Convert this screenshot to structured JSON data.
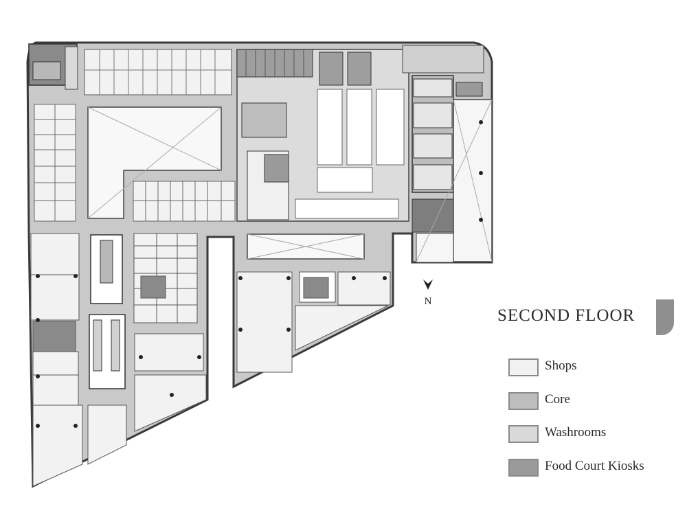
{
  "title": "SECOND FLOOR",
  "compass": {
    "label": "N",
    "icon": "north-arrow-icon"
  },
  "legend": [
    {
      "label": "Shops",
      "color": "#f2f2f2"
    },
    {
      "label": "Core",
      "color": "#bdbdbd"
    },
    {
      "label": "Washrooms",
      "color": "#d9d9d9"
    },
    {
      "label": "Food Court Kiosks",
      "color": "#9a9a9a"
    }
  ],
  "colors": {
    "corridor": "#c8c8c8",
    "shop": "#f4f4f4",
    "wall": "#3a3a3a",
    "core": "#7e7e7e",
    "void": "#f7f7f7"
  }
}
